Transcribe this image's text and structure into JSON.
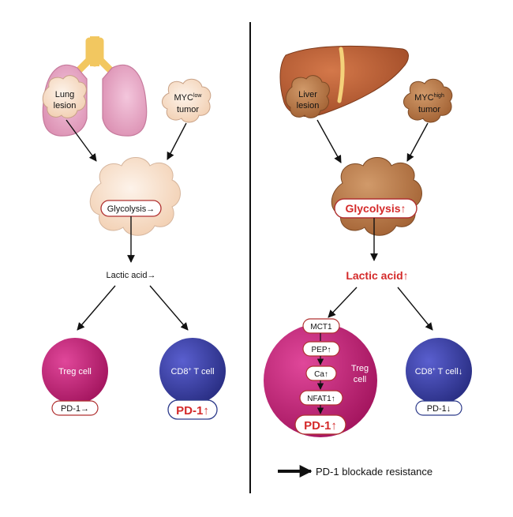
{
  "left_panel": {
    "lung_lesion": {
      "line1": "Lung",
      "line2": "lesion"
    },
    "myc_tumor": {
      "prefix": "MYC",
      "superscript": "low",
      "line2": "tumor"
    },
    "glycolysis": "Glycolysis→",
    "lactic_acid": "Lactic acid→",
    "treg": {
      "label": "Treg cell",
      "pd1": "PD-1→"
    },
    "cd8": {
      "prefix": "CD8",
      "superscript": "+",
      "suffix": " T cell",
      "pd1": "PD-1↑"
    }
  },
  "right_panel": {
    "liver_lesion": {
      "line1": "Liver",
      "line2": "lesion"
    },
    "myc_tumor": {
      "prefix": "MYC",
      "superscript": "high",
      "line2": "tumor"
    },
    "glycolysis": "Glycolysis↑",
    "lactic_acid": "Lactic acid↑",
    "treg": {
      "mct1": "MCT1",
      "pep": "PEP↑",
      "ca": "Ca↑",
      "nfat1": "NFAT1↑",
      "pd1": "PD-1↑",
      "line1": "Treg",
      "line2": "cell"
    },
    "cd8": {
      "prefix": "CD8",
      "superscript": "+",
      "suffix": " T cell↓",
      "pd1": "PD-1↓"
    }
  },
  "legend": {
    "label": "PD-1 blockade resistance"
  },
  "colors": {
    "red_text": "#d42a2a",
    "lung_pink": "#e8a4c3",
    "pale_cloud": "#f6ddc8",
    "liver_brown": "#b05a2c",
    "brown_cloud": "#b8723f",
    "treg_magenta": "#c2186b",
    "cd8_blue": "#3a3fa3"
  }
}
